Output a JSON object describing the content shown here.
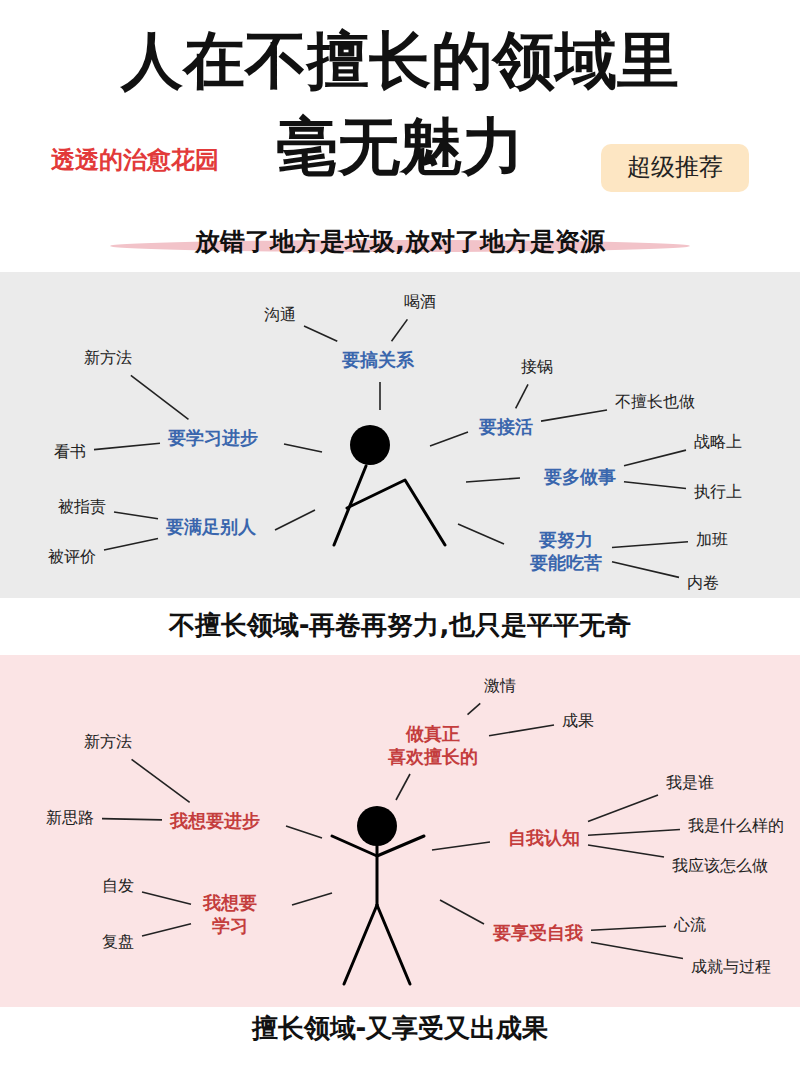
{
  "diagram": {
    "title": "人在不擅长的领域里 毫无魅力",
    "nodes": [
      {
        "text": [
          "超级推荐"
        ]
      },
      {
        "text": [
          "沟通"
        ]
      },
      {
        "text": [
          "喝酒"
        ]
      },
      {
        "text": [
          "要搞关系"
        ]
      },
      {
        "text": [
          "新方法"
        ]
      },
      {
        "text": [
          "看书"
        ]
      },
      {
        "text": [
          "要学习进步"
        ]
      },
      {
        "text": [
          "接锅"
        ]
      },
      {
        "text": [
          "不擅长也做"
        ]
      },
      {
        "text": [
          "要接活"
        ]
      },
      {
        "text": [
          "战略上"
        ]
      },
      {
        "text": [
          "执行上"
        ]
      },
      {
        "text": [
          "要多做事"
        ]
      },
      {
        "text": [
          "被指责"
        ]
      },
      {
        "text": [
          "被评价"
        ]
      },
      {
        "text": [
          "要满足别人"
        ]
      },
      {
        "text": [
          "要努力 要能吃苦"
        ]
      },
      {
        "text": [
          "加班"
        ]
      },
      {
        "text": [
          "内卷"
        ]
      },
      {
        "text": [
          "激情"
        ]
      },
      {
        "text": [
          "成果"
        ]
      },
      {
        "text": [
          "做真正 喜欢擅长的"
        ]
      },
      {
        "text": [
          "新方法"
        ]
      },
      {
        "text": [
          "新思路"
        ]
      },
      {
        "text": [
          "我想要进步"
        ]
      },
      {
        "text": [
          "我是谁"
        ]
      },
      {
        "text": [
          "我是什么样的"
        ]
      },
      {
        "text": [
          "我应该怎么做"
        ]
      },
      {
        "text": [
          "自我认知"
        ]
      },
      {
        "text": [
          "自发"
        ]
      },
      {
        "text": [
          "复盘"
        ]
      },
      {
        "text": [
          "我想要 学习"
        ]
      },
      {
        "text": [
          "心流"
        ]
      },
      {
        "text": [
          "成就与过程"
        ]
      },
      {
        "text": [
          "要享受自我"
        ]
      }
    ],
    "edges": [
      {
        "from": 3,
        "to": 1,
        "arrow": "none"
      },
      {
        "from": 3,
        "to": 2,
        "arrow": "none"
      },
      {
        "from": 6,
        "to": 4,
        "arrow": "none"
      },
      {
        "from": 6,
        "to": 5,
        "arrow": "none"
      },
      {
        "from": 9,
        "to": 7,
        "arrow": "none"
      },
      {
        "from": 9,
        "to": 8,
        "arrow": "none"
      },
      {
        "from": 12,
        "to": 10,
        "arrow": "none"
      },
      {
        "from": 12,
        "to": 11,
        "arrow": "none"
      },
      {
        "from": 15,
        "to": 13,
        "arrow": "none"
      },
      {
        "from": 15,
        "to": 14,
        "arrow": "none"
      },
      {
        "from": 16,
        "to": 17,
        "arrow": "none"
      },
      {
        "from": 16,
        "to": 18,
        "arrow": "none"
      },
      {
        "from": 21,
        "to": 19,
        "arrow": "none"
      },
      {
        "from": 21,
        "to": 20,
        "arrow": "none"
      },
      {
        "from": 24,
        "to": 22,
        "arrow": "none"
      },
      {
        "from": 24,
        "to": 23,
        "arrow": "none"
      },
      {
        "from": 28,
        "to": 25,
        "arrow": "none"
      },
      {
        "from": 28,
        "to": 26,
        "arrow": "none"
      },
      {
        "from": 28,
        "to": 27,
        "arrow": "none"
      },
      {
        "from": 31,
        "to": 29,
        "arrow": "none"
      },
      {
        "from": 31,
        "to": 30,
        "arrow": "none"
      },
      {
        "from": 34,
        "to": 32,
        "arrow": "none"
      },
      {
        "from": 34,
        "to": 33,
        "arrow": "none"
      }
    ],
    "labels": [
      "透透的治愈花园",
      "放错了地方是垃圾,放对了地方是资源",
      "不擅长领域-再卷再努力,也只是平平无奇",
      "擅长领域-又享受又出成果"
    ]
  }
}
